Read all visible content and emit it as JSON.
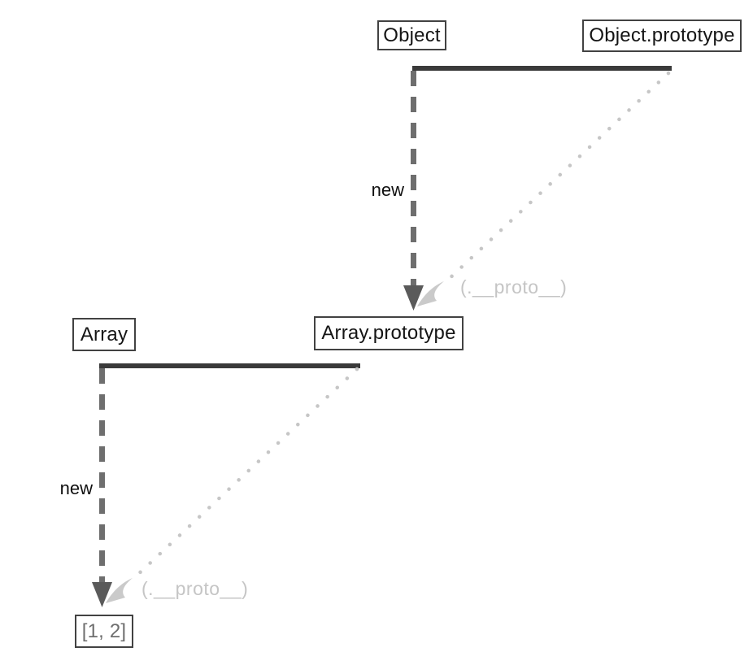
{
  "diagram": {
    "nodes": {
      "object": "Object",
      "object_prototype": "Object.prototype",
      "array": "Array",
      "array_prototype": "Array.prototype",
      "instance": "[1, 2]"
    },
    "edges": [
      {
        "from": "Object",
        "to": "Object.prototype",
        "style": "solid-link",
        "label": ""
      },
      {
        "from": "Object",
        "to": "Array.prototype",
        "style": "dashed-arrow",
        "label": "new"
      },
      {
        "from": "Object.prototype",
        "to": "Array.prototype",
        "style": "dotted-arrow",
        "label": "(.__proto__)"
      },
      {
        "from": "Array",
        "to": "Array.prototype",
        "style": "solid-link",
        "label": ""
      },
      {
        "from": "Array",
        "to": "[1, 2]",
        "style": "dashed-arrow",
        "label": "new"
      },
      {
        "from": "Array.prototype",
        "to": "[1, 2]",
        "style": "dotted-arrow",
        "label": "(.__proto__)"
      }
    ],
    "colors": {
      "solid_line": "#3a3a3a",
      "dashed_arrow": "#6e6e6e",
      "arrowhead_dark": "#5a5a5a",
      "dotted_line": "#c6c6c6",
      "arrowhead_light": "#cacaca",
      "proto_label": "#c5c5c5",
      "box_border": "#424242",
      "box_text": "#151515",
      "instance_text": "#6e6e6e",
      "background": "#ffffff"
    }
  }
}
